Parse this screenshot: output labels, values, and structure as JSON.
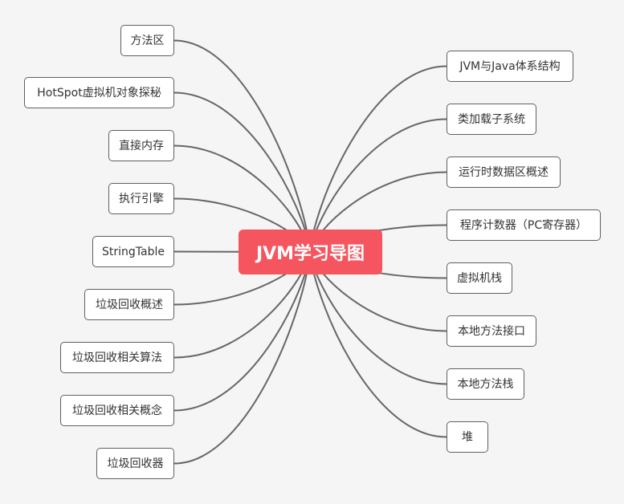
{
  "root": {
    "label": "JVM学习导图",
    "color": "#f5555f"
  },
  "colors": {
    "link": "#666666",
    "node_border": "#5f5f5f",
    "background": "#f5f5f5"
  },
  "left_nodes": [
    {
      "label": "方法区"
    },
    {
      "label": "HotSpot虚拟机对象探秘"
    },
    {
      "label": "直接内存"
    },
    {
      "label": "执行引擎"
    },
    {
      "label": "StringTable"
    },
    {
      "label": "垃圾回收概述"
    },
    {
      "label": "垃圾回收相关算法"
    },
    {
      "label": "垃圾回收相关概念"
    },
    {
      "label": "垃圾回收器"
    }
  ],
  "right_nodes": [
    {
      "label": "JVM与Java体系结构"
    },
    {
      "label": "类加载子系统"
    },
    {
      "label": "运行时数据区概述"
    },
    {
      "label": "程序计数器（PC寄存器）"
    },
    {
      "label": "虚拟机栈"
    },
    {
      "label": "本地方法接口"
    },
    {
      "label": "本地方法栈"
    },
    {
      "label": "堆"
    }
  ]
}
